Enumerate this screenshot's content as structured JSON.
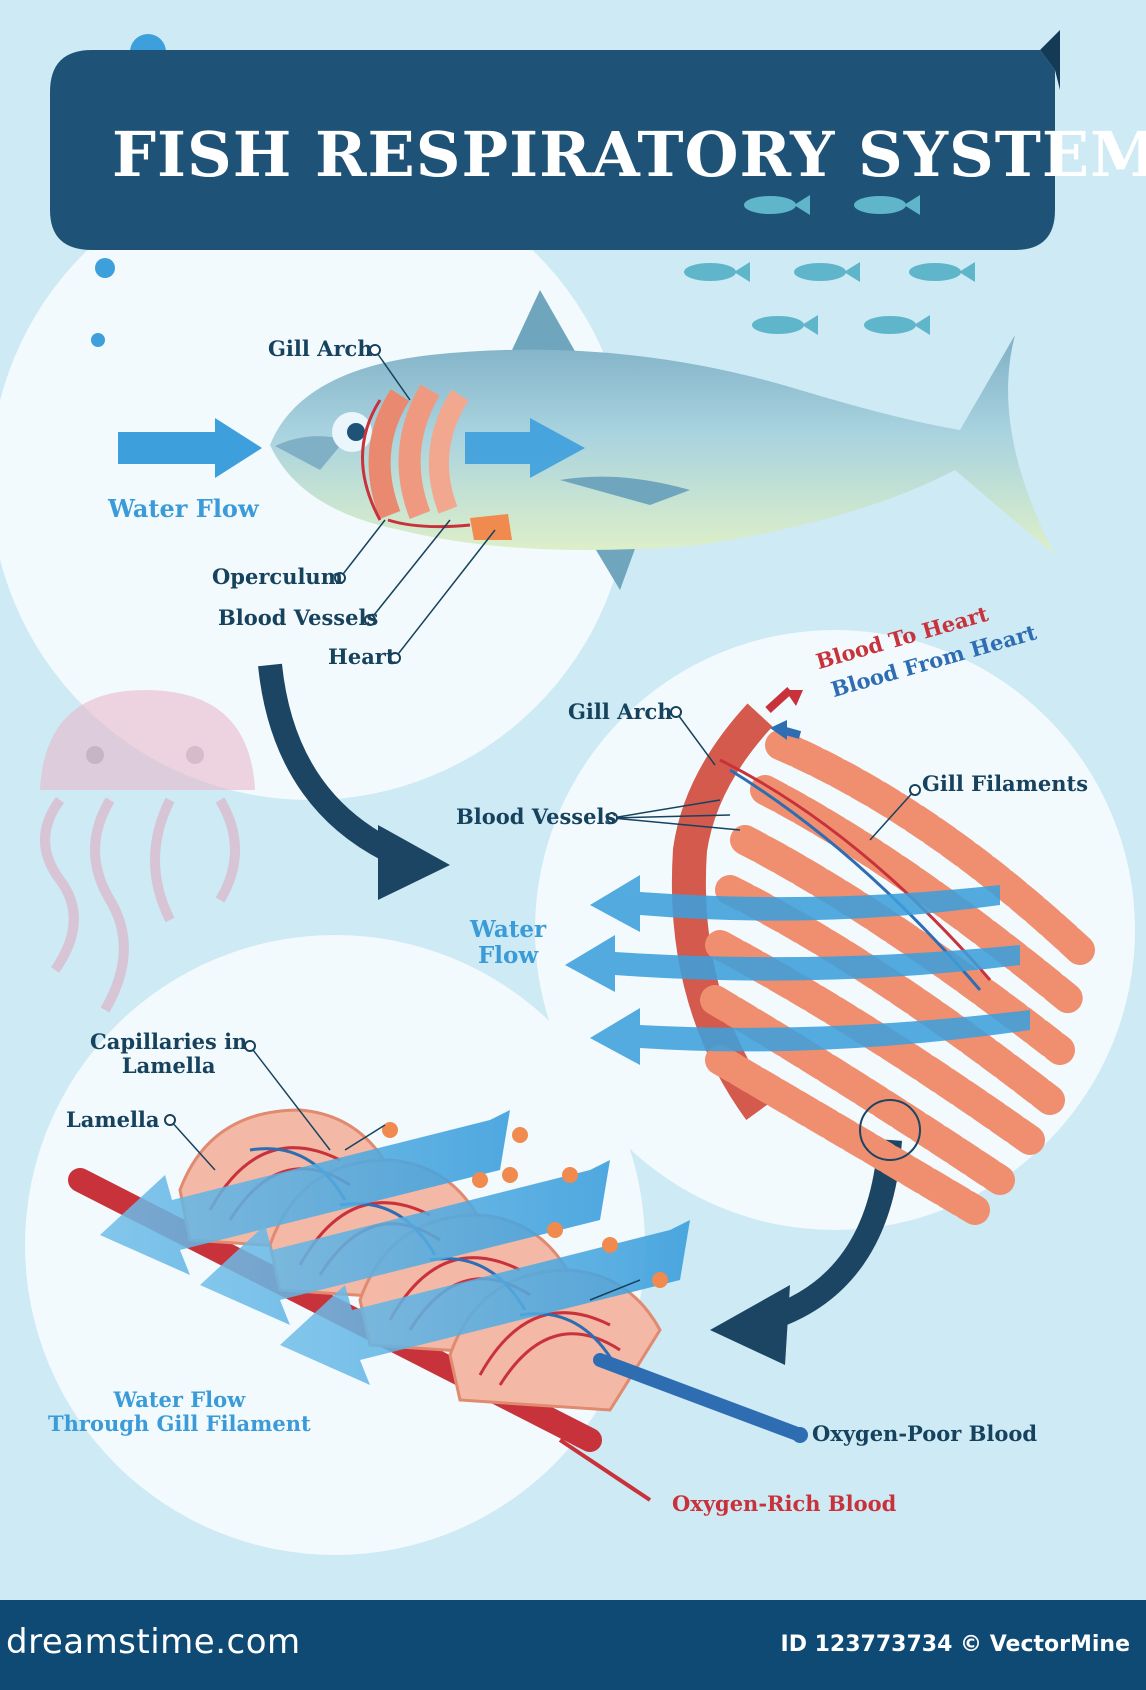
{
  "title": "FISH RESPIRATORY SYSTEM",
  "colors": {
    "background": "#cdeaf5",
    "banner": "#1e5377",
    "label_dark": "#17425e",
    "label_blue": "#3a9bd8",
    "label_red": "#c8323a",
    "gill": "#ef8f70",
    "footer": "#0f4a74"
  },
  "panel_fish": {
    "labels": {
      "gill_arch": "Gill Arch",
      "water_flow": "Water Flow",
      "operculum": "Operculum",
      "blood_vessels": "Blood Vessels",
      "heart": "Heart"
    }
  },
  "panel_gill": {
    "labels": {
      "blood_to_heart": "Blood To Heart",
      "blood_from_heart": "Blood From Heart",
      "gill_arch": "Gill Arch",
      "gill_filaments": "Gill Filaments",
      "blood_vessels": "Blood Vessels",
      "water_flow_line1": "Water",
      "water_flow_line2": "Flow"
    }
  },
  "panel_lamella": {
    "labels": {
      "capillaries_line1": "Capillaries in",
      "capillaries_line2": "Lamella",
      "lamella": "Lamella",
      "water_flow_line1": "Water Flow",
      "water_flow_line2": "Through Gill Filament",
      "oxygen_poor": "Oxygen-Poor Blood",
      "oxygen_rich": "Oxygen-Rich Blood"
    }
  },
  "footer": {
    "brand": "dreamstime.com",
    "id_text": "ID 123773734 © VectorMine"
  }
}
